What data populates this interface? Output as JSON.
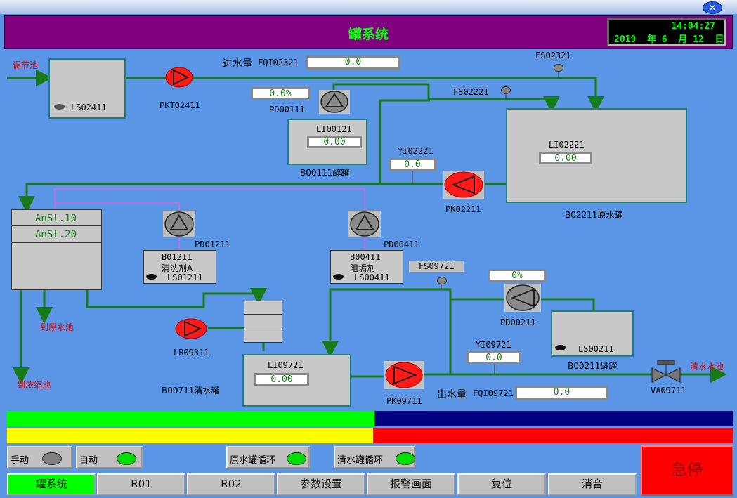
{
  "window": {
    "title": "罐系统",
    "close_icon": "close-icon"
  },
  "clock": {
    "time": "14:04:27",
    "date": "2019  年 6  月 12  日"
  },
  "labels": {
    "tiaojiechi": "调节池",
    "jinshuiliang": "进水量",
    "fqi02321": "FQI02321",
    "fs02321": "FS02321",
    "fs02221": "FS02221",
    "ls02411": "LS02411",
    "pkt02411": "PKT02411",
    "pd00111": "PD00111",
    "li00121": "LI00121",
    "b00111": "B00111醇罐",
    "yi02221": "YI02221",
    "pk02211": "PK02211",
    "li02221": "LI02221",
    "b02211": "B02211原水罐",
    "anst10": "AnSt.10",
    "anst20": "AnSt.20",
    "pd01211": "PD01211",
    "b01211": "B01211",
    "qingxiji": "清洗剂A",
    "ls01211": "LS01211",
    "pd00411": "PD00411",
    "b00411": "B00411",
    "zugouji": "阻垢剂",
    "ls00411": "LS00411",
    "fs09721": "FS09721",
    "pd00211": "PD00211",
    "ls00211": "LS00211",
    "b00211": "B00211碱罐",
    "yi09721": "YI09721",
    "daoyuanshuichi": "到原水池",
    "lr09311": "LR09311",
    "li09721": "LI09721",
    "b09711": "B09711清水罐",
    "pk09711": "PK09711",
    "chushuiliang": "出水量",
    "fqi09721": "FQI09721",
    "va09711": "VA09711",
    "qingshuishuichi": "清水水池",
    "daonongsuochi": "到浓缩池"
  },
  "values": {
    "fqi02321": "0.0",
    "pd00111": "0.0%",
    "li00121": "0.00",
    "yi02221": "0.0",
    "li02221": "0.00",
    "pd00211": "0%",
    "yi09721": "0.0",
    "li09721": "0.00",
    "fqi09721": "0.0"
  },
  "controls": {
    "manual": "手动",
    "auto": "自动",
    "raw_loop": "原水罐循环",
    "clean_loop": "清水罐循环",
    "estop": "急停"
  },
  "nav": [
    "罐系统",
    "R01",
    "R02",
    "参数设置",
    "报警画面",
    "复位",
    "消音"
  ],
  "colors": {
    "title_bar": "#800080",
    "background": "#5b95e6",
    "pipe": "#1a7a1a",
    "pump_on": "#ff1a1a",
    "pump_off": "#8a8a8a",
    "indicator_on": "#00e000",
    "indicator_off": "#808080",
    "estop": "#ff0000",
    "active_tab": "#00ff00"
  }
}
